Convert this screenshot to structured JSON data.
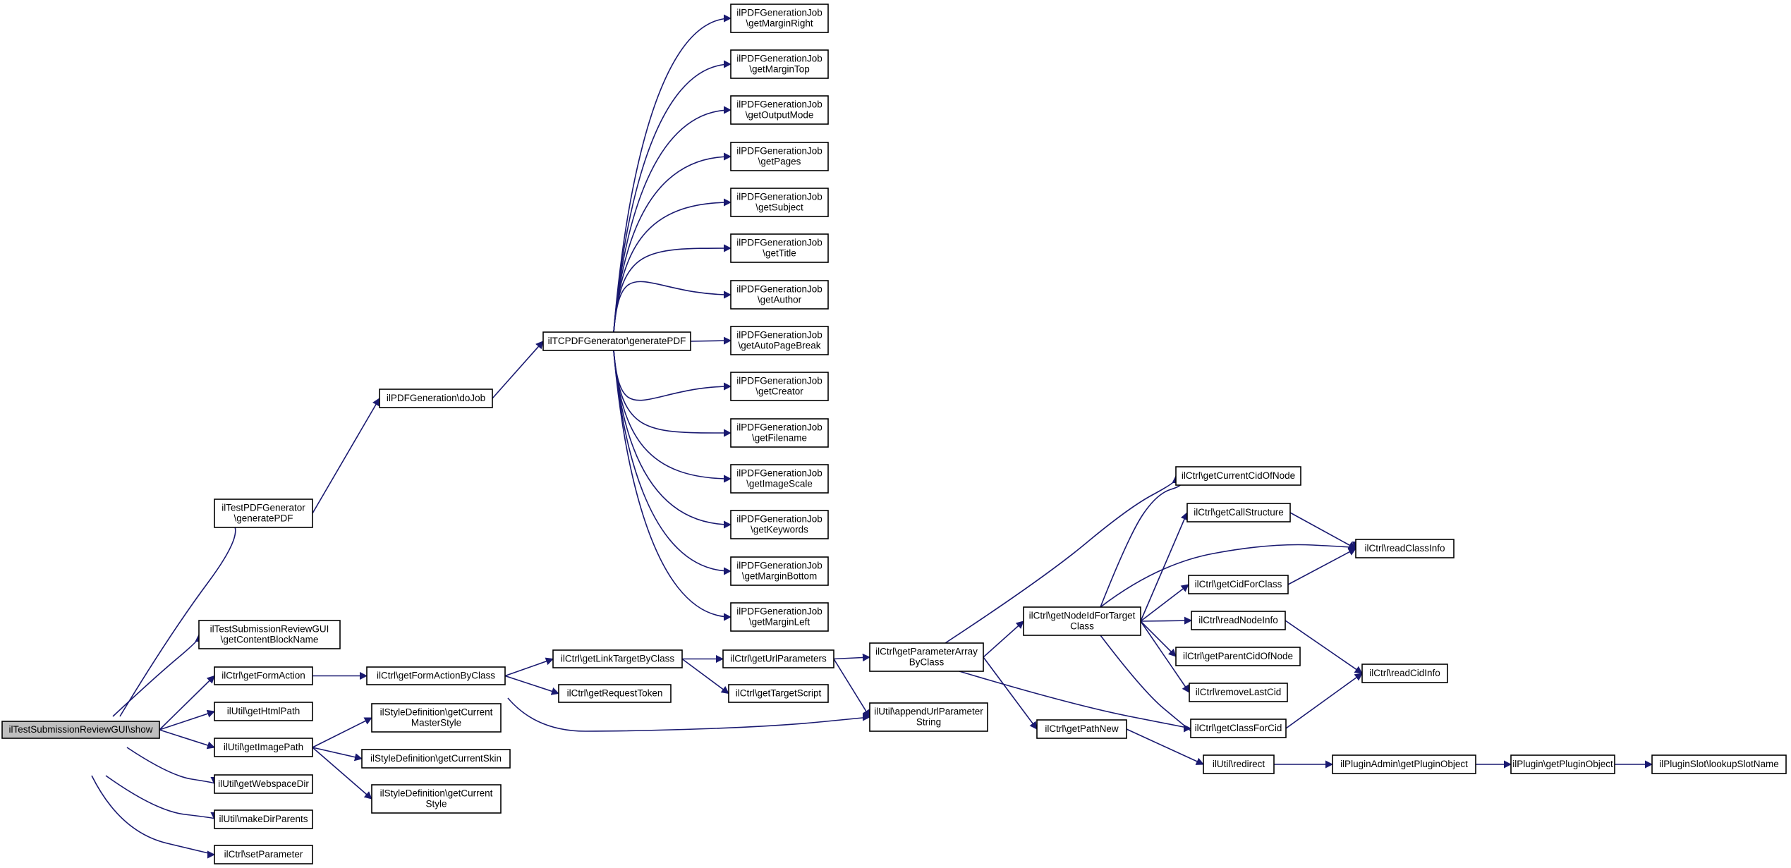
{
  "graph": {
    "edge_color": "#191970",
    "root_fill": "#bfbfbf",
    "node_fill": "#ffffff",
    "nodes": [
      {
        "id": "root",
        "lines": [
          "ilTestSubmissionReviewGUI\\show"
        ]
      },
      {
        "id": "testpdf",
        "lines": [
          "ilTestPDFGenerator",
          "\\generatePDF"
        ]
      },
      {
        "id": "dojob",
        "lines": [
          "ilPDFGeneration\\doJob"
        ]
      },
      {
        "id": "tcpdf",
        "lines": [
          "ilTCPDFGenerator\\generatePDF"
        ]
      },
      {
        "id": "mright",
        "lines": [
          "ilPDFGenerationJob",
          "\\getMarginRight"
        ]
      },
      {
        "id": "mtop",
        "lines": [
          "ilPDFGenerationJob",
          "\\getMarginTop"
        ]
      },
      {
        "id": "outmode",
        "lines": [
          "ilPDFGenerationJob",
          "\\getOutputMode"
        ]
      },
      {
        "id": "pages",
        "lines": [
          "ilPDFGenerationJob",
          "\\getPages"
        ]
      },
      {
        "id": "subject",
        "lines": [
          "ilPDFGenerationJob",
          "\\getSubject"
        ]
      },
      {
        "id": "title",
        "lines": [
          "ilPDFGenerationJob",
          "\\getTitle"
        ]
      },
      {
        "id": "author",
        "lines": [
          "ilPDFGenerationJob",
          "\\getAuthor"
        ]
      },
      {
        "id": "autopb",
        "lines": [
          "ilPDFGenerationJob",
          "\\getAutoPageBreak"
        ]
      },
      {
        "id": "creator",
        "lines": [
          "ilPDFGenerationJob",
          "\\getCreator"
        ]
      },
      {
        "id": "filename",
        "lines": [
          "ilPDFGenerationJob",
          "\\getFilename"
        ]
      },
      {
        "id": "imgscale",
        "lines": [
          "ilPDFGenerationJob",
          "\\getImageScale"
        ]
      },
      {
        "id": "keywords",
        "lines": [
          "ilPDFGenerationJob",
          "\\getKeywords"
        ]
      },
      {
        "id": "mbottom",
        "lines": [
          "ilPDFGenerationJob",
          "\\getMarginBottom"
        ]
      },
      {
        "id": "mleft",
        "lines": [
          "ilPDFGenerationJob",
          "\\getMarginLeft"
        ]
      },
      {
        "id": "contentblock",
        "lines": [
          "ilTestSubmissionReviewGUI",
          "\\getContentBlockName"
        ]
      },
      {
        "id": "formaction",
        "lines": [
          "ilCtrl\\getFormAction"
        ]
      },
      {
        "id": "formactionbc",
        "lines": [
          "ilCtrl\\getFormActionByClass"
        ]
      },
      {
        "id": "linktarget",
        "lines": [
          "ilCtrl\\getLinkTargetByClass"
        ]
      },
      {
        "id": "reqtoken",
        "lines": [
          "ilCtrl\\getRequestToken"
        ]
      },
      {
        "id": "urlparams",
        "lines": [
          "ilCtrl\\getUrlParameters"
        ]
      },
      {
        "id": "targetscript",
        "lines": [
          "ilCtrl\\getTargetScript"
        ]
      },
      {
        "id": "paramarray",
        "lines": [
          "ilCtrl\\getParameterArray",
          "ByClass"
        ]
      },
      {
        "id": "appendurl",
        "lines": [
          "ilUtil\\appendUrlParameter",
          "String"
        ]
      },
      {
        "id": "nodeid",
        "lines": [
          "ilCtrl\\getNodeIdForTarget",
          "Class"
        ]
      },
      {
        "id": "curcid",
        "lines": [
          "ilCtrl\\getCurrentCidOfNode"
        ]
      },
      {
        "id": "callstruct",
        "lines": [
          "ilCtrl\\getCallStructure"
        ]
      },
      {
        "id": "readclass",
        "lines": [
          "ilCtrl\\readClassInfo"
        ]
      },
      {
        "id": "cidforclass",
        "lines": [
          "ilCtrl\\getCidForClass"
        ]
      },
      {
        "id": "readnode",
        "lines": [
          "ilCtrl\\readNodeInfo"
        ]
      },
      {
        "id": "parentcid",
        "lines": [
          "ilCtrl\\getParentCidOfNode"
        ]
      },
      {
        "id": "removelast",
        "lines": [
          "ilCtrl\\removeLastCid"
        ]
      },
      {
        "id": "classforcid",
        "lines": [
          "ilCtrl\\getClassForCid"
        ]
      },
      {
        "id": "readcid",
        "lines": [
          "ilCtrl\\readCidInfo"
        ]
      },
      {
        "id": "pathnew",
        "lines": [
          "ilCtrl\\getPathNew"
        ]
      },
      {
        "id": "redirect",
        "lines": [
          "ilUtil\\redirect"
        ]
      },
      {
        "id": "pluginadmin",
        "lines": [
          "ilPluginAdmin\\getPluginObject"
        ]
      },
      {
        "id": "plugin",
        "lines": [
          "ilPlugin\\getPluginObject"
        ]
      },
      {
        "id": "lookupslot",
        "lines": [
          "ilPluginSlot\\lookupSlotName"
        ]
      },
      {
        "id": "htmlpath",
        "lines": [
          "ilUtil\\getHtmlPath"
        ]
      },
      {
        "id": "imagepath",
        "lines": [
          "ilUtil\\getImagePath"
        ]
      },
      {
        "id": "mstyle",
        "lines": [
          "ilStyleDefinition\\getCurrent",
          "MasterStyle"
        ]
      },
      {
        "id": "curskin",
        "lines": [
          "ilStyleDefinition\\getCurrentSkin"
        ]
      },
      {
        "id": "curstyle",
        "lines": [
          "ilStyleDefinition\\getCurrent",
          "Style"
        ]
      },
      {
        "id": "webspace",
        "lines": [
          "ilUtil\\getWebspaceDir"
        ]
      },
      {
        "id": "makedir",
        "lines": [
          "ilUtil\\makeDirParents"
        ]
      },
      {
        "id": "setparam",
        "lines": [
          "ilCtrl\\setParameter"
        ]
      }
    ],
    "edges": [
      [
        "root",
        "testpdf"
      ],
      [
        "root",
        "contentblock"
      ],
      [
        "root",
        "formaction"
      ],
      [
        "root",
        "htmlpath"
      ],
      [
        "root",
        "imagepath"
      ],
      [
        "root",
        "webspace"
      ],
      [
        "root",
        "makedir"
      ],
      [
        "root",
        "setparam"
      ],
      [
        "testpdf",
        "dojob"
      ],
      [
        "dojob",
        "tcpdf"
      ],
      [
        "tcpdf",
        "mright"
      ],
      [
        "tcpdf",
        "mtop"
      ],
      [
        "tcpdf",
        "outmode"
      ],
      [
        "tcpdf",
        "pages"
      ],
      [
        "tcpdf",
        "subject"
      ],
      [
        "tcpdf",
        "title"
      ],
      [
        "tcpdf",
        "author"
      ],
      [
        "tcpdf",
        "autopb"
      ],
      [
        "tcpdf",
        "creator"
      ],
      [
        "tcpdf",
        "filename"
      ],
      [
        "tcpdf",
        "imgscale"
      ],
      [
        "tcpdf",
        "keywords"
      ],
      [
        "tcpdf",
        "mbottom"
      ],
      [
        "tcpdf",
        "mleft"
      ],
      [
        "formaction",
        "formactionbc"
      ],
      [
        "formactionbc",
        "linktarget"
      ],
      [
        "formactionbc",
        "reqtoken"
      ],
      [
        "formactionbc",
        "appendurl"
      ],
      [
        "linktarget",
        "urlparams"
      ],
      [
        "linktarget",
        "targetscript"
      ],
      [
        "urlparams",
        "paramarray"
      ],
      [
        "urlparams",
        "appendurl"
      ],
      [
        "paramarray",
        "curcid"
      ],
      [
        "paramarray",
        "nodeid"
      ],
      [
        "paramarray",
        "classforcid"
      ],
      [
        "paramarray",
        "pathnew"
      ],
      [
        "nodeid",
        "curcid"
      ],
      [
        "nodeid",
        "callstruct"
      ],
      [
        "nodeid",
        "readclass"
      ],
      [
        "nodeid",
        "cidforclass"
      ],
      [
        "nodeid",
        "readnode"
      ],
      [
        "nodeid",
        "parentcid"
      ],
      [
        "nodeid",
        "removelast"
      ],
      [
        "nodeid",
        "classforcid"
      ],
      [
        "callstruct",
        "readclass"
      ],
      [
        "cidforclass",
        "readclass"
      ],
      [
        "readnode",
        "readcid"
      ],
      [
        "classforcid",
        "readcid"
      ],
      [
        "pathnew",
        "redirect"
      ],
      [
        "redirect",
        "pluginadmin"
      ],
      [
        "pluginadmin",
        "plugin"
      ],
      [
        "plugin",
        "lookupslot"
      ],
      [
        "imagepath",
        "mstyle"
      ],
      [
        "imagepath",
        "curskin"
      ],
      [
        "imagepath",
        "curstyle"
      ]
    ]
  }
}
